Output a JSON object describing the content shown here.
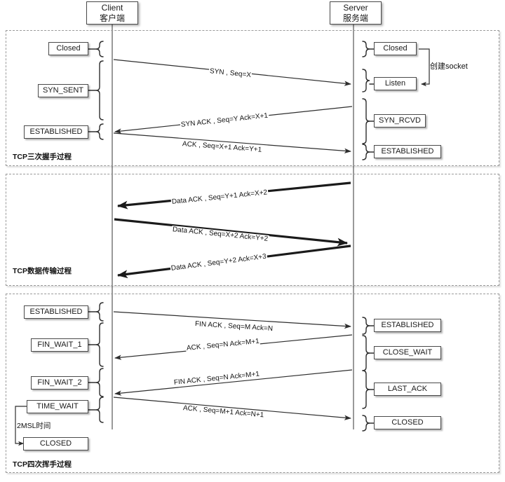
{
  "diagram": {
    "title_client": {
      "en": "Client",
      "zh": "客户端"
    },
    "title_server": {
      "en": "Server",
      "zh": "服务端"
    }
  },
  "sections": [
    {
      "id": "handshake",
      "label": "TCP三次握手过程"
    },
    {
      "id": "datatransfer",
      "label": "TCP数据传输过程"
    },
    {
      "id": "teardown",
      "label": "TCP四次挥手过程"
    }
  ],
  "client_states": [
    {
      "label": "Closed"
    },
    {
      "label": "SYN_SENT"
    },
    {
      "label": "ESTABLISHED"
    },
    {
      "label": "ESTABLISHED"
    },
    {
      "label": "FIN_WAIT_1"
    },
    {
      "label": "FIN_WAIT_2"
    },
    {
      "label": "TIME_WAIT"
    },
    {
      "label": "CLOSED"
    }
  ],
  "server_states": [
    {
      "label": "Closed"
    },
    {
      "label": "Listen"
    },
    {
      "label": "SYN_RCVD"
    },
    {
      "label": "ESTABLISHED"
    },
    {
      "label": "ESTABLISHED"
    },
    {
      "label": "CLOSE_WAIT"
    },
    {
      "label": "LAST_ACK"
    },
    {
      "label": "CLOSED"
    }
  ],
  "messages": [
    {
      "id": "m1",
      "text": "SYN , Seq=X"
    },
    {
      "id": "m2",
      "text": "SYN ACK , Seq=Y Ack=X+1"
    },
    {
      "id": "m3",
      "text": "ACK , Seq=X+1 Ack=Y+1"
    },
    {
      "id": "m4",
      "text": "Data ACK , Seq=Y+1 Ack=X+2"
    },
    {
      "id": "m5",
      "text": "Data ACK , Seq=X+2 Ack=Y+2"
    },
    {
      "id": "m6",
      "text": "Data ACK , Seq=Y+2 Ack=X+3"
    },
    {
      "id": "m7",
      "text": "FIN ACK , Seq=M Ack=N"
    },
    {
      "id": "m8",
      "text": "ACK , Seq=N Ack=M+1"
    },
    {
      "id": "m9",
      "text": "FIN ACK , Seq=N Ack=M+1"
    },
    {
      "id": "m10",
      "text": "ACK , Seq=M+1 Ack=N+1"
    }
  ],
  "notes": [
    {
      "id": "create-socket",
      "text": "创建socket"
    },
    {
      "id": "msl-timer",
      "text": "2MSL时间"
    }
  ],
  "colors": {
    "line": "#3a3a3a",
    "box_border": "#4a4a4a",
    "section_border": "#9a9a9a",
    "text": "#111111",
    "background": "#ffffff"
  }
}
